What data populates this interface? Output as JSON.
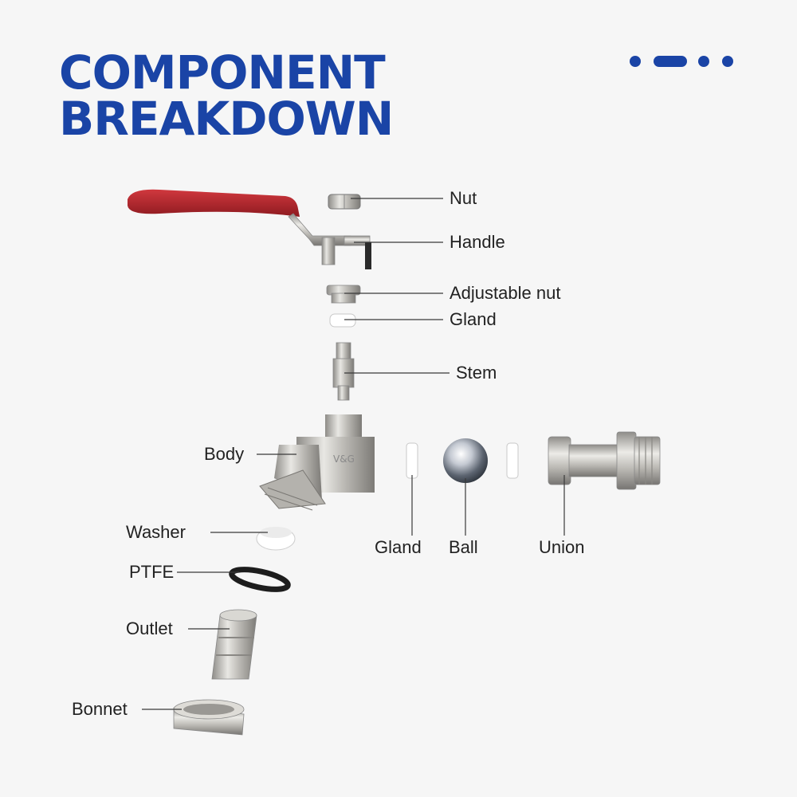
{
  "title": {
    "line1": "COMPONENT",
    "line2": "BREAKDOWN"
  },
  "colors": {
    "brand": "#1a44a6",
    "handle": "#b3242c",
    "metal": "#c9c7c2"
  },
  "labels": {
    "nut": "Nut",
    "handle": "Handle",
    "adjustable_nut": "Adjustable nut",
    "gland_top": "Gland",
    "stem": "Stem",
    "body": "Body",
    "washer": "Washer",
    "ptfe": "PTFE",
    "outlet": "Outlet",
    "bonnet": "Bonnet",
    "gland_bottom": "Gland",
    "ball": "Ball",
    "union": "Union"
  },
  "body_marking": "V&G"
}
